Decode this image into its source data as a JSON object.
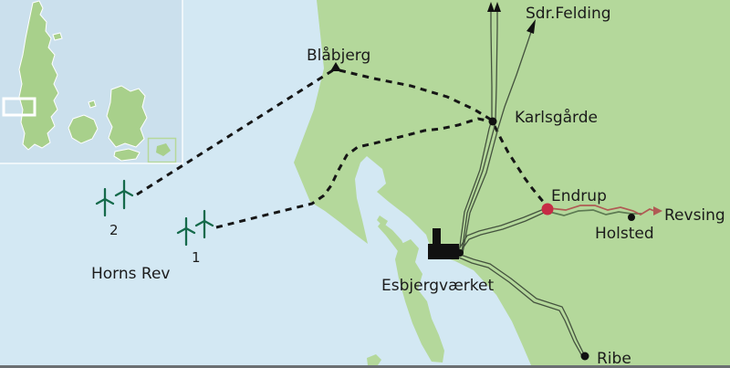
{
  "labels": {
    "sdr_felding": "Sdr.Felding",
    "blaabjerg": "Blåbjerg",
    "karlsgaarde": "Karlsgårde",
    "endrup": "Endrup",
    "revsing": "Revsing",
    "holsted": "Holsted",
    "ribe": "Ribe",
    "esbjergvaerket": "Esbjergværket",
    "horns_rev": "Horns Rev",
    "wind_farm_2": "2",
    "wind_farm_1": "1"
  },
  "colors": {
    "sea": "#d3e8f3",
    "land": "#b4d89b",
    "inset_sea": "#cbe0ed",
    "inset_land": "#a8d08b",
    "turbine_green": "#156a4b",
    "cable_black": "#161616",
    "power_line": "#44523e",
    "endrup_red": "#c62b45",
    "export_red_line": "#b05a54",
    "export_green_line": "#5d7a52",
    "marker_black": "#111111",
    "text": "#1b1b1b"
  },
  "icons": {
    "wind-turbine-icon": "three-blade wind turbine on mast",
    "power-plant-icon": "black factory silhouette with chimney",
    "substation-dot-icon": "filled circle marker",
    "cable-landing-triangle-icon": "small filled triangle marker",
    "north-arrow-icon": "line arrowhead pointing up",
    "export-arrow-icon": "red arrowhead pointing right",
    "highlight-box-icon": "white rectangle outline on inset map",
    "bornholm-box-icon": "green rectangle outline on inset map"
  }
}
